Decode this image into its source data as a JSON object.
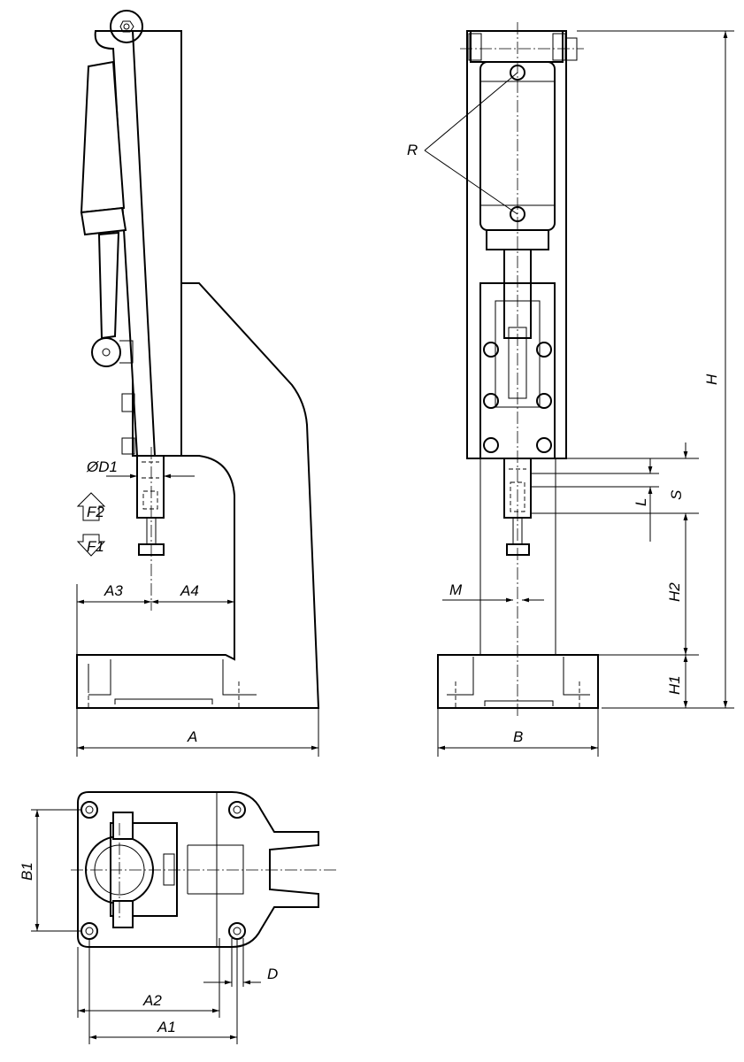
{
  "drawing": {
    "labels": {
      "R": "R",
      "H": "H",
      "D1": "ØD1",
      "F2": "F2",
      "F1": "F1",
      "A3": "A3",
      "A4": "A4",
      "A": "A",
      "B": "B",
      "M": "M",
      "L": "L",
      "S": "S",
      "H2": "H2",
      "H1": "H1",
      "B1": "B1",
      "A2": "A2",
      "A1": "A1",
      "D": "D"
    }
  }
}
